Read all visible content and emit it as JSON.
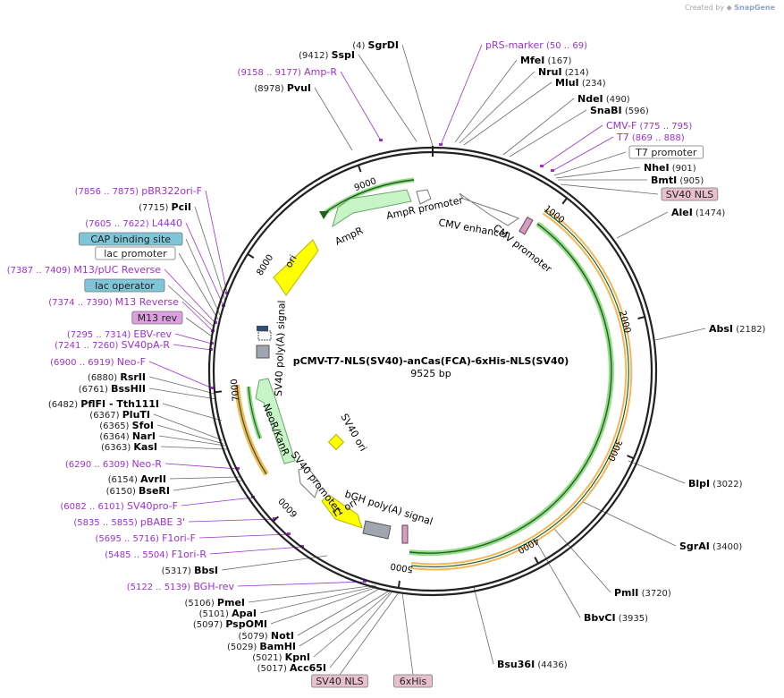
{
  "credit": {
    "prefix": "Created by",
    "brand": "SnapGene"
  },
  "plasmid": {
    "name": "pCMV-T7-NLS(SV40)-anCas(FCA)-6xHis-NLS(SV40)",
    "length_label": "9525 bp",
    "length": 9525
  },
  "ticks": [
    "1000",
    "2000",
    "3000",
    "4000",
    "5000",
    "6000",
    "7000",
    "8000",
    "9000"
  ],
  "colors": {
    "enzyme": "#000000",
    "primer": "#9933cc",
    "line": "#555555",
    "purple_box": "#dca0e0",
    "teal_box": "#7fc5d8",
    "pink_box": "#e7c0cc"
  },
  "labels": [
    {
      "kind": "enzyme",
      "name": "SgrDI",
      "pos": "(4)"
    },
    {
      "kind": "enzyme",
      "name": "SspI",
      "pos": "(9412)"
    },
    {
      "kind": "primer",
      "name": "pRS-marker",
      "pos": "(50 .. 69)"
    },
    {
      "kind": "primer",
      "name": "Amp-R",
      "pos": "(9158 .. 9177)"
    },
    {
      "kind": "enzyme",
      "name": "MfeI",
      "pos": "(167)"
    },
    {
      "kind": "enzyme",
      "name": "NruI",
      "pos": "(214)"
    },
    {
      "kind": "enzyme",
      "name": "MluI",
      "pos": "(234)"
    },
    {
      "kind": "enzyme",
      "name": "PvuI",
      "pos": "(8978)"
    },
    {
      "kind": "enzyme",
      "name": "NdeI",
      "pos": "(490)"
    },
    {
      "kind": "enzyme",
      "name": "SnaBI",
      "pos": "(596)"
    },
    {
      "kind": "primer",
      "name": "CMV-F",
      "pos": "(775 .. 795)"
    },
    {
      "kind": "primer",
      "name": "T7",
      "pos": "(869 .. 888)"
    },
    {
      "kind": "feature",
      "name": "T7 promoter",
      "pos": ""
    },
    {
      "kind": "enzyme",
      "name": "NheI",
      "pos": "(901)"
    },
    {
      "kind": "enzyme",
      "name": "BmtI",
      "pos": "(905)"
    },
    {
      "kind": "feature_pink",
      "name": "SV40 NLS",
      "pos": ""
    },
    {
      "kind": "enzyme",
      "name": "AleI",
      "pos": "(1474)"
    },
    {
      "kind": "enzyme",
      "name": "AbsI",
      "pos": "(2182)"
    },
    {
      "kind": "enzyme",
      "name": "BlpI",
      "pos": "(3022)"
    },
    {
      "kind": "enzyme",
      "name": "SgrAI",
      "pos": "(3400)"
    },
    {
      "kind": "enzyme",
      "name": "PmlI",
      "pos": "(3720)"
    },
    {
      "kind": "enzyme",
      "name": "BbvCI",
      "pos": "(3935)"
    },
    {
      "kind": "enzyme",
      "name": "Bsu36I",
      "pos": "(4436)"
    },
    {
      "kind": "primer",
      "name": "pBR322ori-F",
      "pos": "(7856 .. 7875)"
    },
    {
      "kind": "enzyme",
      "name": "PciI",
      "pos": "(7715)"
    },
    {
      "kind": "primer",
      "name": "L4440",
      "pos": "(7605 .. 7622)"
    },
    {
      "kind": "feature_teal",
      "name": "CAP binding site",
      "pos": ""
    },
    {
      "kind": "feature",
      "name": "lac promoter",
      "pos": ""
    },
    {
      "kind": "primer",
      "name": "M13/pUC Reverse",
      "pos": "(7387 .. 7409)"
    },
    {
      "kind": "feature_teal",
      "name": "lac operator",
      "pos": ""
    },
    {
      "kind": "primer",
      "name": "M13 Reverse",
      "pos": "(7374 .. 7390)"
    },
    {
      "kind": "feature_purple",
      "name": "M13 rev",
      "pos": ""
    },
    {
      "kind": "primer",
      "name": "EBV-rev",
      "pos": "(7295 .. 7314)"
    },
    {
      "kind": "primer",
      "name": "SV40pA-R",
      "pos": "(7241 .. 7260)"
    },
    {
      "kind": "primer",
      "name": "Neo-F",
      "pos": "(6900 .. 6919)"
    },
    {
      "kind": "enzyme",
      "name": "RsrII",
      "pos": "(6880)"
    },
    {
      "kind": "enzyme",
      "name": "BssHII",
      "pos": "(6761)"
    },
    {
      "kind": "enzyme",
      "name": "PflFI - Tth111I",
      "pos": "(6482)"
    },
    {
      "kind": "enzyme",
      "name": "PluTI",
      "pos": "(6367)"
    },
    {
      "kind": "enzyme",
      "name": "SfoI",
      "pos": "(6365)"
    },
    {
      "kind": "enzyme",
      "name": "NarI",
      "pos": "(6364)"
    },
    {
      "kind": "enzyme",
      "name": "KasI",
      "pos": "(6363)"
    },
    {
      "kind": "primer",
      "name": "Neo-R",
      "pos": "(6290 .. 6309)"
    },
    {
      "kind": "enzyme",
      "name": "AvrII",
      "pos": "(6154)"
    },
    {
      "kind": "enzyme",
      "name": "BseRI",
      "pos": "(6150)"
    },
    {
      "kind": "primer",
      "name": "SV40pro-F",
      "pos": "(6082 .. 6101)"
    },
    {
      "kind": "primer",
      "name": "pBABE 3'",
      "pos": "(5835 .. 5855)"
    },
    {
      "kind": "primer",
      "name": "F1ori-F",
      "pos": "(5695 .. 5716)"
    },
    {
      "kind": "primer",
      "name": "F1ori-R",
      "pos": "(5485 .. 5504)"
    },
    {
      "kind": "enzyme",
      "name": "BbsI",
      "pos": "(5317)"
    },
    {
      "kind": "primer",
      "name": "BGH-rev",
      "pos": "(5122 .. 5139)"
    },
    {
      "kind": "enzyme",
      "name": "PmeI",
      "pos": "(5106)"
    },
    {
      "kind": "enzyme",
      "name": "ApaI",
      "pos": "(5101)"
    },
    {
      "kind": "enzyme",
      "name": "PspOMI",
      "pos": "(5097)"
    },
    {
      "kind": "enzyme",
      "name": "NotI",
      "pos": "(5079)"
    },
    {
      "kind": "enzyme",
      "name": "BamHI",
      "pos": "(5029)"
    },
    {
      "kind": "enzyme",
      "name": "KpnI",
      "pos": "(5021)"
    },
    {
      "kind": "enzyme",
      "name": "Acc65I",
      "pos": "(5017)"
    },
    {
      "kind": "feature_pink",
      "name": "SV40 NLS",
      "pos": ""
    },
    {
      "kind": "feature_pink",
      "name": "6xHis",
      "pos": ""
    }
  ],
  "features": [
    {
      "name": "AmpR promoter"
    },
    {
      "name": "AmpR"
    },
    {
      "name": "ori"
    },
    {
      "name": "CMV enhancer"
    },
    {
      "name": "CMV promoter"
    },
    {
      "name": "SV40 poly(A) signal"
    },
    {
      "name": "NeoR/KanR"
    },
    {
      "name": "SV40 promoter"
    },
    {
      "name": "SV40 ori"
    },
    {
      "name": "f1 ori"
    },
    {
      "name": "bGH poly(A) signal"
    }
  ]
}
